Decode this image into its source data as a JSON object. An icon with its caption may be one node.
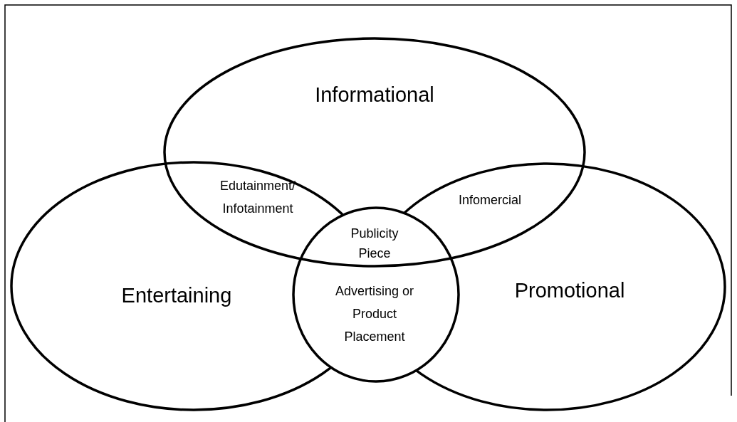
{
  "diagram": {
    "nodes": [
      {
        "text": [
          "Informational"
        ]
      },
      {
        "text": [
          "Entertaining"
        ]
      },
      {
        "text": [
          "Promotional"
        ]
      },
      {
        "text": [],
        "shape": "circle"
      }
    ],
    "labels": [
      "Edutainment/ Infotainment",
      "Infomercial",
      "Publicity Piece",
      "Advertising or Product Placement"
    ]
  }
}
